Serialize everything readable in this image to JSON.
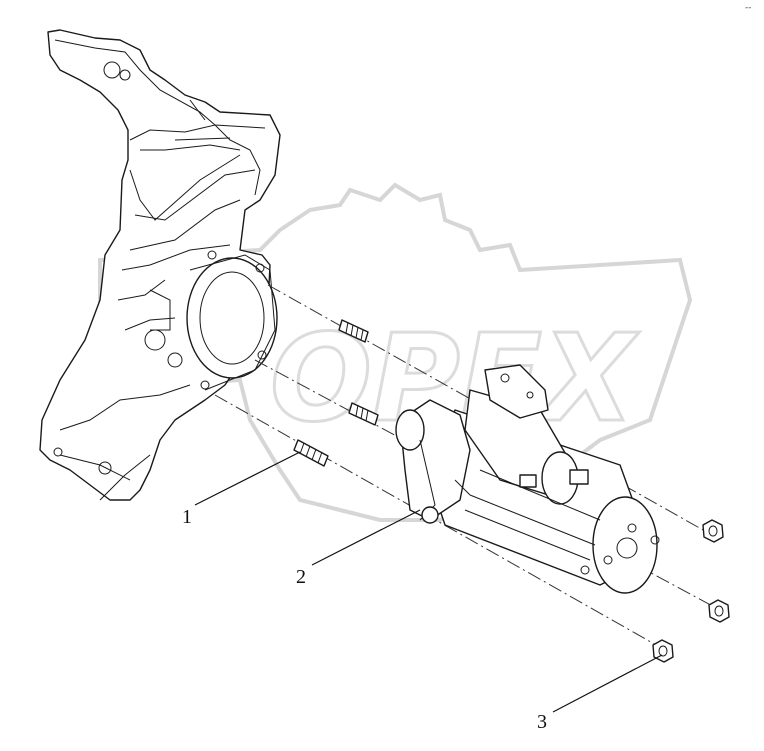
{
  "callouts": [
    {
      "id": "1",
      "label": "1",
      "part": "stud"
    },
    {
      "id": "2",
      "label": "2",
      "part": "starter-motor"
    },
    {
      "id": "3",
      "label": "3",
      "part": "nut"
    }
  ],
  "watermark": {
    "text": "OPEX",
    "color": "#d6d6d6"
  },
  "corner_mark": "--"
}
